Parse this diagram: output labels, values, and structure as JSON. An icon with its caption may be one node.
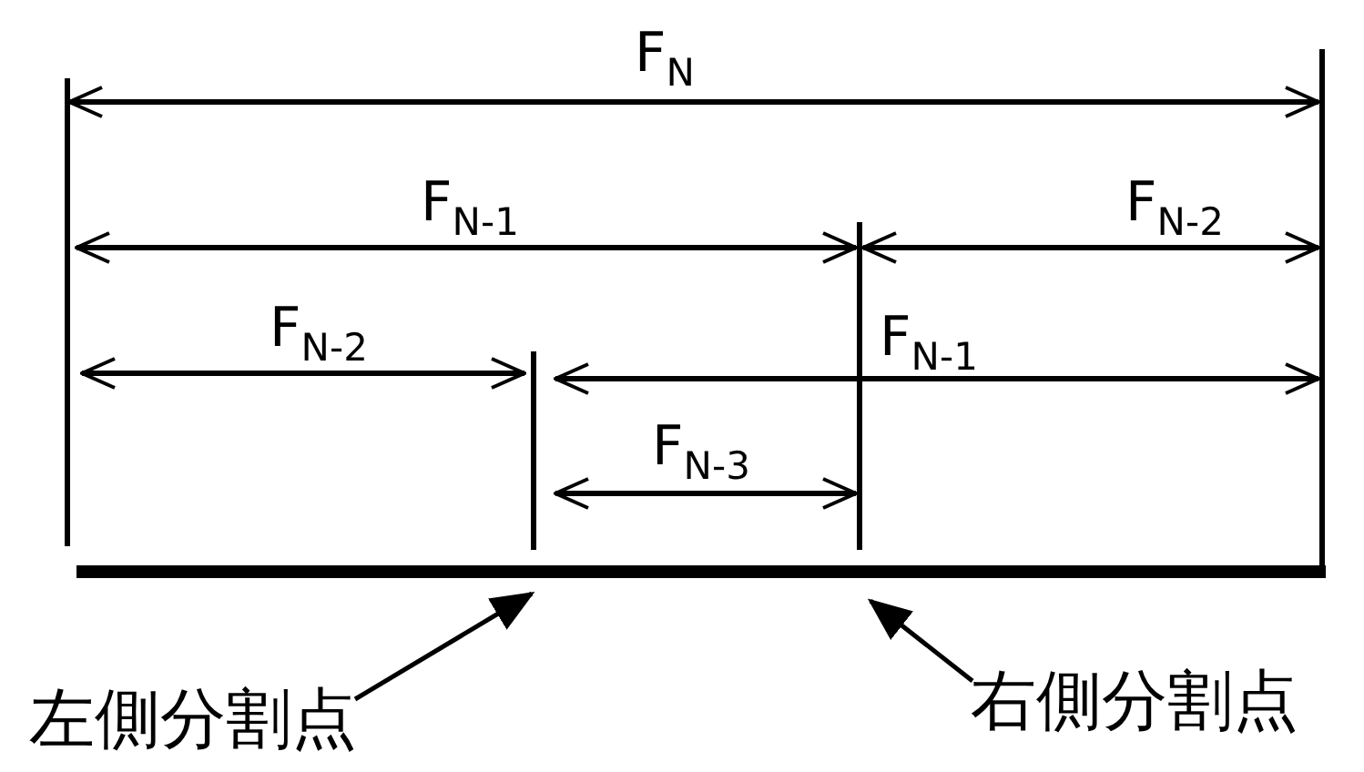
{
  "diagram": {
    "nodes": [
      {
        "text": [
          "左側分割点"
        ]
      },
      {
        "text": [
          "右側分割点"
        ]
      }
    ],
    "edges": [
      {
        "from": 0,
        "to": null,
        "arrow": "to"
      },
      {
        "from": 1,
        "to": null,
        "arrow": "to"
      }
    ],
    "labels": [
      "F$_{N}$",
      "F$_{N-1}$",
      "F$_{N-2}$",
      "F$_{N-2}$",
      "F$_{N-1}$",
      "F$_{N-3}$"
    ]
  }
}
